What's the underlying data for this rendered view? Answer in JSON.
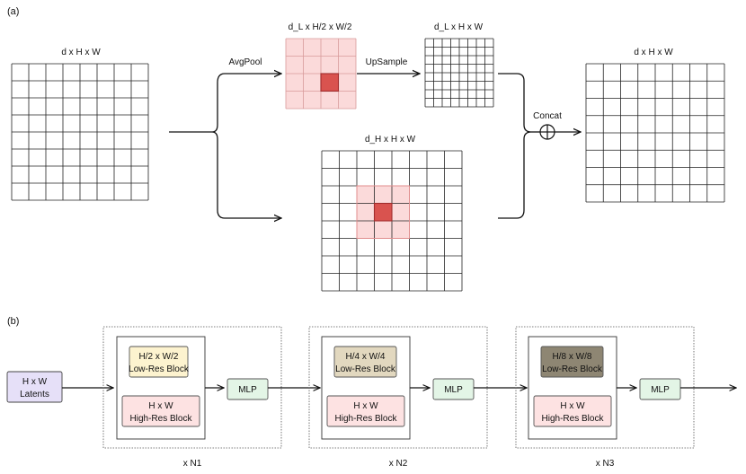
{
  "panel_a": {
    "label": "(a)",
    "input_dims": "d x H x W",
    "avgpool": "AvgPool",
    "low_dims": "d_L x H/2 x W/2",
    "upsample": "UpSample",
    "up_dims": "d_L x H x W",
    "high_dims": "d_H x H x W",
    "concat": "Concat",
    "output_dims": "d x H x W"
  },
  "panel_b": {
    "label": "(b)",
    "latents": {
      "line1": "H x W",
      "line2": "Latents"
    },
    "stages": [
      {
        "low_line1": "H/2 x W/2",
        "low_line2": "Low-Res Block",
        "high_line1": "H x W",
        "high_line2": "High-Res Block",
        "mlp": "MLP",
        "repeat": "x N1",
        "low_color": "#fdf3cf"
      },
      {
        "low_line1": "H/4 x W/4",
        "low_line2": "Low-Res Block",
        "high_line1": "H x W",
        "high_line2": "High-Res Block",
        "mlp": "MLP",
        "repeat": "x N2",
        "low_color": "#e2d8bf"
      },
      {
        "low_line1": "H/8 x W/8",
        "low_line2": "Low-Res Block",
        "high_line1": "H x W",
        "high_line2": "High-Res Block",
        "mlp": "MLP",
        "repeat": "x N3",
        "low_color": "#8e8673"
      }
    ]
  },
  "colors": {
    "pink_fill": "#fbdada",
    "pink_stroke": "#e08c8c",
    "red_cell": "#d9534f",
    "latents_fill": "#e6e0f8",
    "mlp_fill": "#e3f5e6",
    "high_fill": "#fde2e2"
  }
}
